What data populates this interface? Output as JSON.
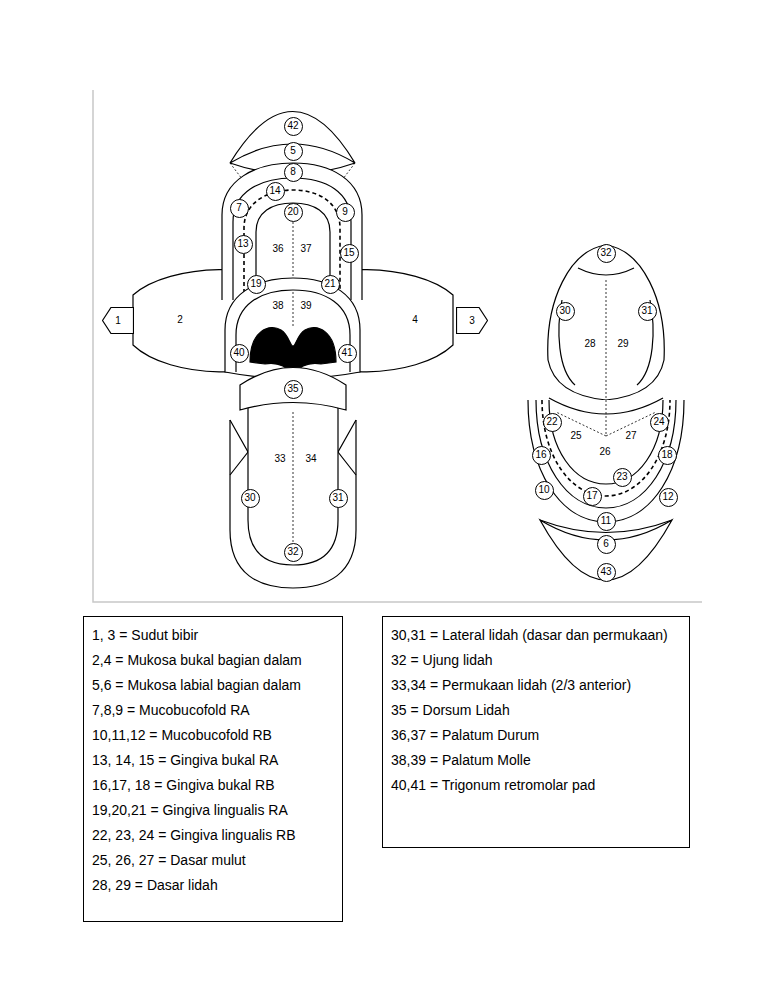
{
  "diagram": {
    "nodes": [
      {
        "text": [
          "42"
        ]
      },
      {
        "text": [
          "5"
        ]
      },
      {
        "text": [
          "8"
        ]
      },
      {
        "text": [
          "14"
        ]
      },
      {
        "text": [
          "20"
        ]
      },
      {
        "text": [
          "7"
        ]
      },
      {
        "text": [
          "9"
        ]
      },
      {
        "text": [
          "13"
        ]
      },
      {
        "text": [
          "15"
        ]
      },
      {
        "text": [
          "19"
        ]
      },
      {
        "text": [
          "21"
        ]
      },
      {
        "text": [
          "1"
        ]
      },
      {
        "text": [
          "3"
        ]
      },
      {
        "text": [
          "40"
        ]
      },
      {
        "text": [
          "41"
        ]
      },
      {
        "text": [
          "35"
        ]
      },
      {
        "text": [
          "30"
        ]
      },
      {
        "text": [
          "31"
        ]
      },
      {
        "text": [
          "32"
        ]
      },
      {
        "text": [
          "32"
        ]
      },
      {
        "text": [
          "30"
        ]
      },
      {
        "text": [
          "31"
        ]
      },
      {
        "text": [
          "22"
        ]
      },
      {
        "text": [
          "24"
        ]
      },
      {
        "text": [
          "16"
        ]
      },
      {
        "text": [
          "18"
        ]
      },
      {
        "text": [
          "10"
        ]
      },
      {
        "text": [
          "17"
        ]
      },
      {
        "text": [
          "23"
        ]
      },
      {
        "text": [
          "12"
        ]
      },
      {
        "text": [
          "11"
        ]
      },
      {
        "text": [
          "6"
        ]
      },
      {
        "text": [
          "43"
        ]
      },
      {
        "text": [
          "1, 3 = Sudut bibir",
          "2,4 = Mukosa bukal bagian dalam",
          "5,6 = Mukosa labial bagian dalam",
          "7,8,9 = Mucobucofold RA",
          "10,11,12 = Mucobucofold RB",
          "13, 14, 15 = Gingiva bukal RA",
          "16,17, 18 = Gingiva bukal RB",
          "19,20,21 = Gingiva lingualis RA",
          "22, 23, 24 = Gingiva lingualis RB",
          "25, 26, 27 = Dasar mulut",
          "28, 29 = Dasar lidah"
        ]
      },
      {
        "text": [
          "30,31 = Lateral lidah (dasar dan permukaan)",
          "32 = Ujung lidah",
          "33,34 = Permukaan lidah (2/3 anterior)",
          "35 = Dorsum Lidah",
          "36,37 = Palatum Durum",
          "38,39 = Palatum Molle",
          "40,41 = Trigonum retromolar pad"
        ]
      }
    ],
    "labels": [
      "36",
      "37",
      "38",
      "39",
      "2",
      "4",
      "33",
      "34",
      "28",
      "29",
      "25",
      "26",
      "27"
    ]
  }
}
